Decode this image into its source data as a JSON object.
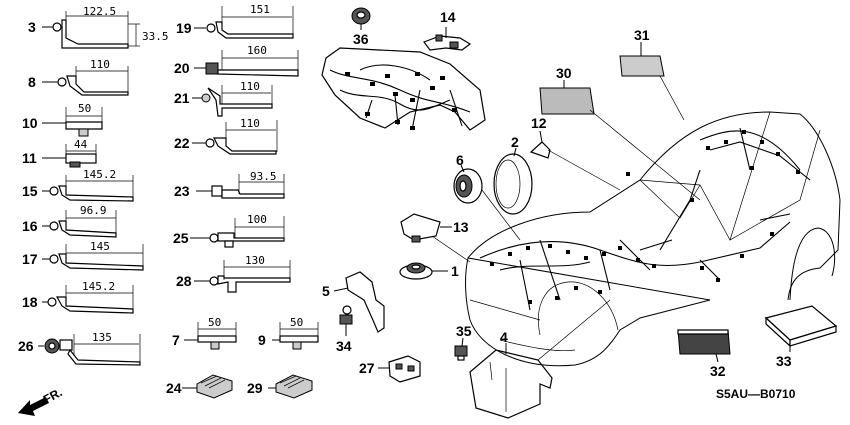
{
  "diagram_code": "S5AU—B0710",
  "direction_label": "FR.",
  "parts": {
    "p1": "1",
    "p2": "2",
    "p3": "3",
    "p4": "4",
    "p5": "5",
    "p6": "6",
    "p7": "7",
    "p8": "8",
    "p9": "9",
    "p10": "10",
    "p11": "11",
    "p12": "12",
    "p13": "13",
    "p14": "14",
    "p15": "15",
    "p16": "16",
    "p17": "17",
    "p18": "18",
    "p19": "19",
    "p20": "20",
    "p21": "21",
    "p22": "22",
    "p23": "23",
    "p24": "24",
    "p25": "25",
    "p26": "26",
    "p27": "27",
    "p28": "28",
    "p29": "29",
    "p30": "30",
    "p31": "31",
    "p32": "32",
    "p33": "33",
    "p34": "34",
    "p35": "35",
    "p36": "36"
  },
  "dimensions": {
    "p3_length": "122.5",
    "p3_height": "33.5",
    "p8": "110",
    "p10": "50",
    "p11": "44",
    "p15": "145.2",
    "p16": "96.9",
    "p17": "145",
    "p18": "145.2",
    "p26": "135",
    "p19": "151",
    "p20": "160",
    "p21": "110",
    "p22": "110",
    "p23": "93.5",
    "p25": "100",
    "p28": "130",
    "p7": "50",
    "p9": "50"
  }
}
